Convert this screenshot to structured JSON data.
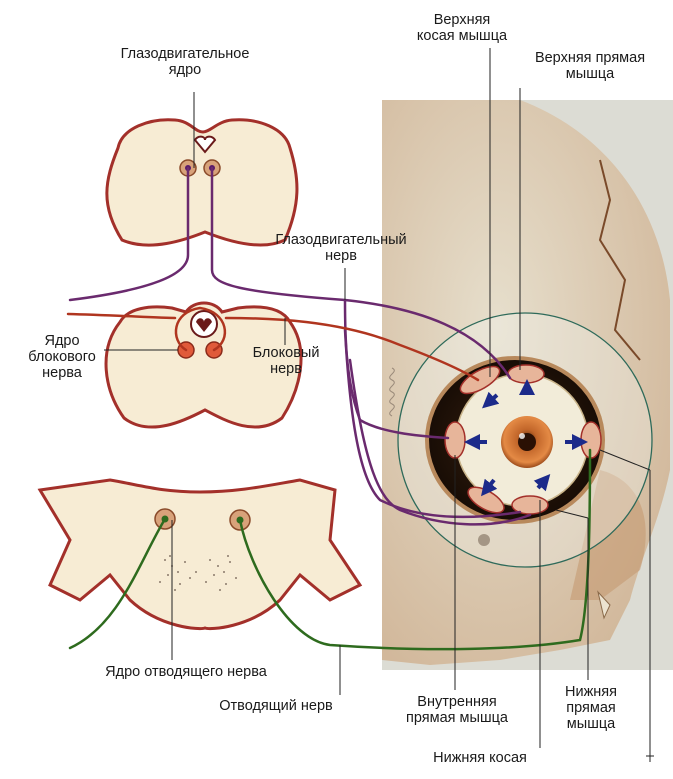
{
  "labels": {
    "oculomotor_nucleus": "Глазодвигательное\nядро",
    "superior_oblique": "Верхняя\nкосая мышца",
    "superior_rectus": "Верхняя прямая\nмышца",
    "oculomotor_nerve": "Глазодвигательный\nнерв",
    "trochlear_nucleus": "Ядро\nблокового\nнерва",
    "trochlear_nerve": "Блоковый\nнерв",
    "abducens_nucleus": "Ядро отводящего нерва",
    "abducens_nerve": "Отводящий нерв",
    "medial_rectus": "Внутренняя\nпрямая мышца",
    "inferior_rectus": "Нижняя\nпрямая\nмышца",
    "inferior_oblique": "Нижняя косая"
  },
  "colors": {
    "oculomotor": "#6a2a6e",
    "trochlear": "#b0351f",
    "abducens": "#2e6b1e",
    "tissue": "#f7ecd4",
    "tissue_edge": "#a3302a",
    "arrow": "#1c2a8a",
    "skull_bg": "#dfe0da"
  }
}
